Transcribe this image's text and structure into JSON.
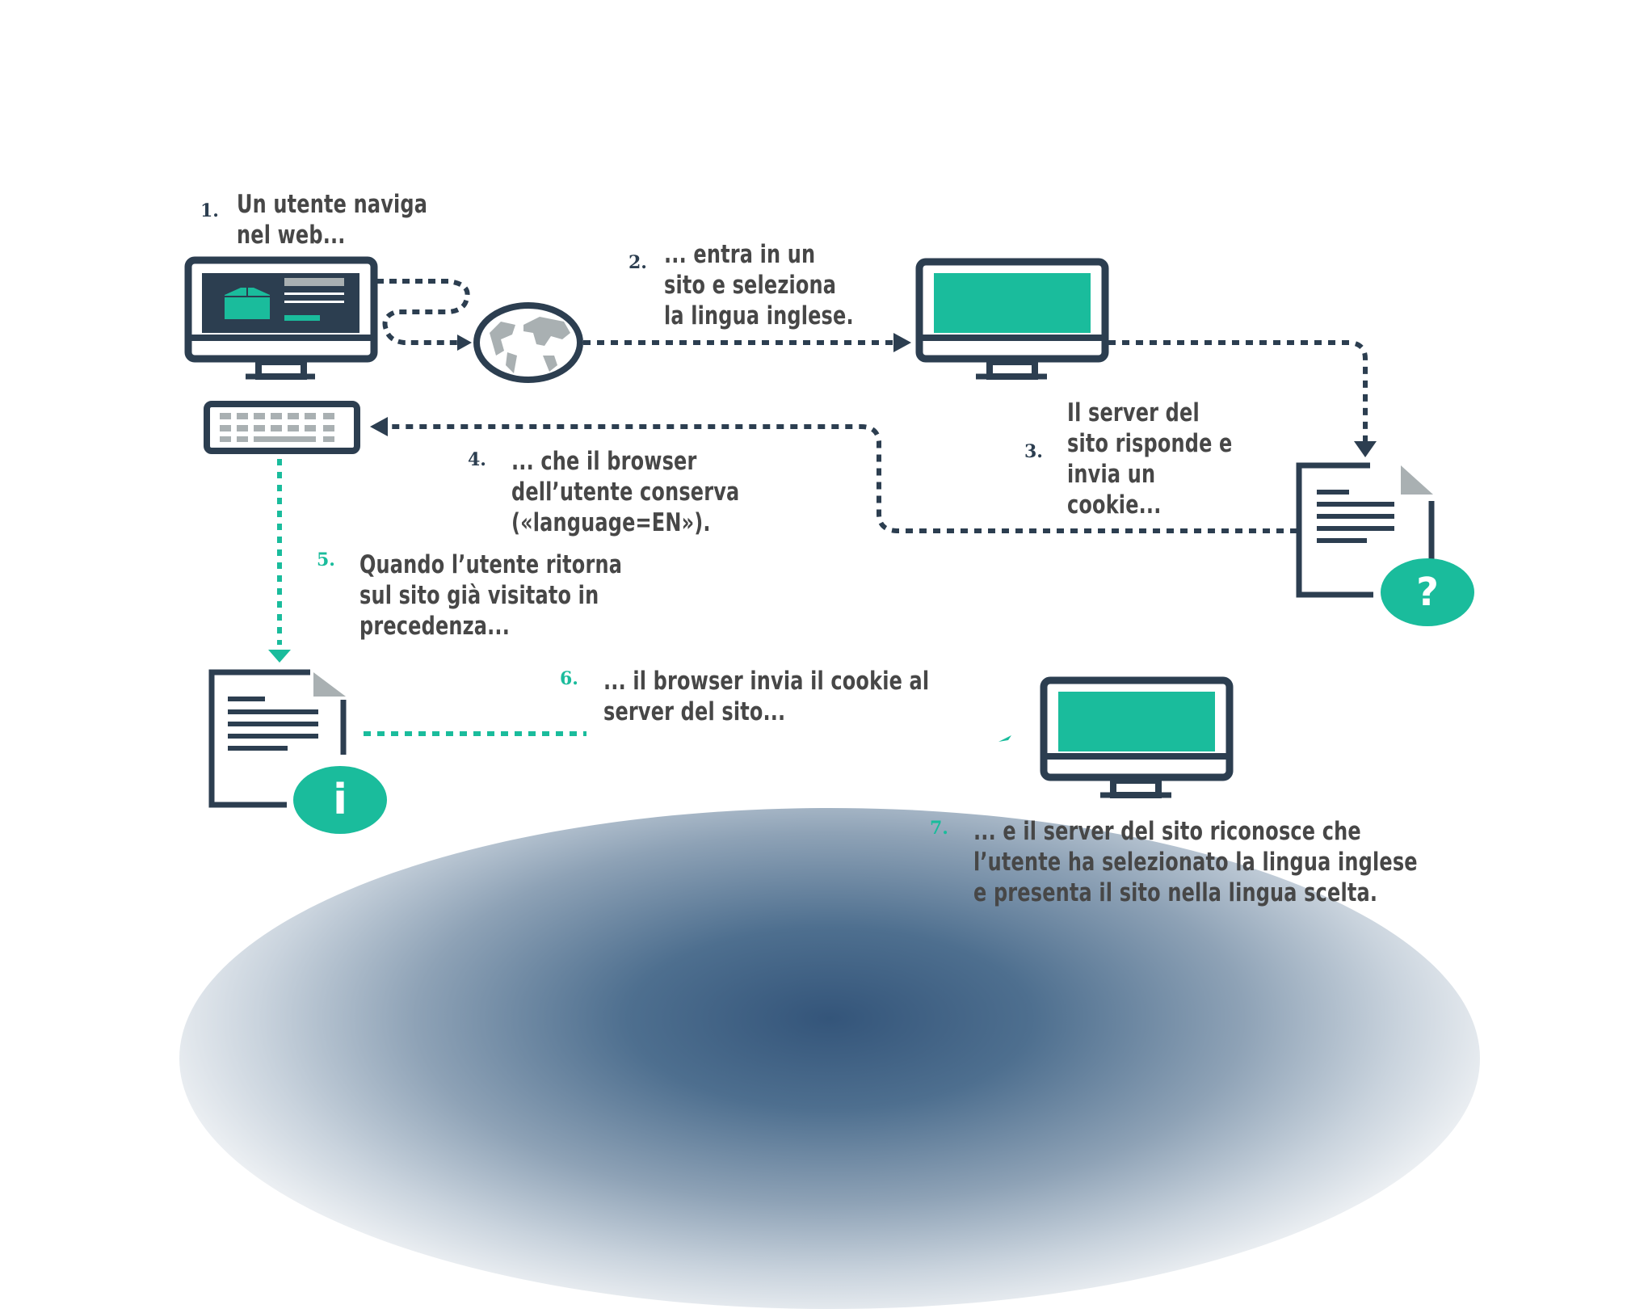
{
  "colors": {
    "dark": "#2c3e50",
    "teal": "#1abc9c",
    "gray": "#a9b0b2",
    "text": "#474747",
    "mound": "#34557a"
  },
  "steps": [
    {
      "number": "1.",
      "lines": [
        "Un utente naviga",
        "nel web..."
      ],
      "number_color": "dark"
    },
    {
      "number": "2.",
      "lines": [
        "... entra in un",
        "sito e seleziona",
        "la lingua inglese."
      ],
      "number_color": "dark"
    },
    {
      "number": "3.",
      "lines": [
        "Il server del",
        "sito risponde e",
        "invia un",
        "cookie..."
      ],
      "number_color": "dark"
    },
    {
      "number": "4.",
      "lines": [
        "... che il browser",
        "dell’utente conserva",
        "(«language=EN»)."
      ],
      "number_color": "dark"
    },
    {
      "number": "5.",
      "lines": [
        "Quando l’utente ritorna",
        "sul sito già visitato in",
        "precedenza..."
      ],
      "number_color": "teal"
    },
    {
      "number": "6.",
      "lines": [
        "... il browser invia il cookie al",
        "server del sito..."
      ],
      "number_color": "teal"
    },
    {
      "number": "7.",
      "lines": [
        "... e il server del sito riconosce che",
        "l’utente ha selezionato la lingua inglese",
        "e presenta il sito nella lingua scelta."
      ],
      "number_color": "teal"
    }
  ],
  "icons": {
    "user_computer": "desktop-monitor-icon",
    "keyboard": "keyboard-icon",
    "globe": "globe-icon",
    "server_monitor": "desktop-monitor-icon",
    "cookie_doc_unknown": "document-question-icon",
    "cookie_doc_info": "document-info-icon",
    "server_monitor_final": "desktop-monitor-icon"
  },
  "badges": {
    "question": "?",
    "info": "i"
  }
}
